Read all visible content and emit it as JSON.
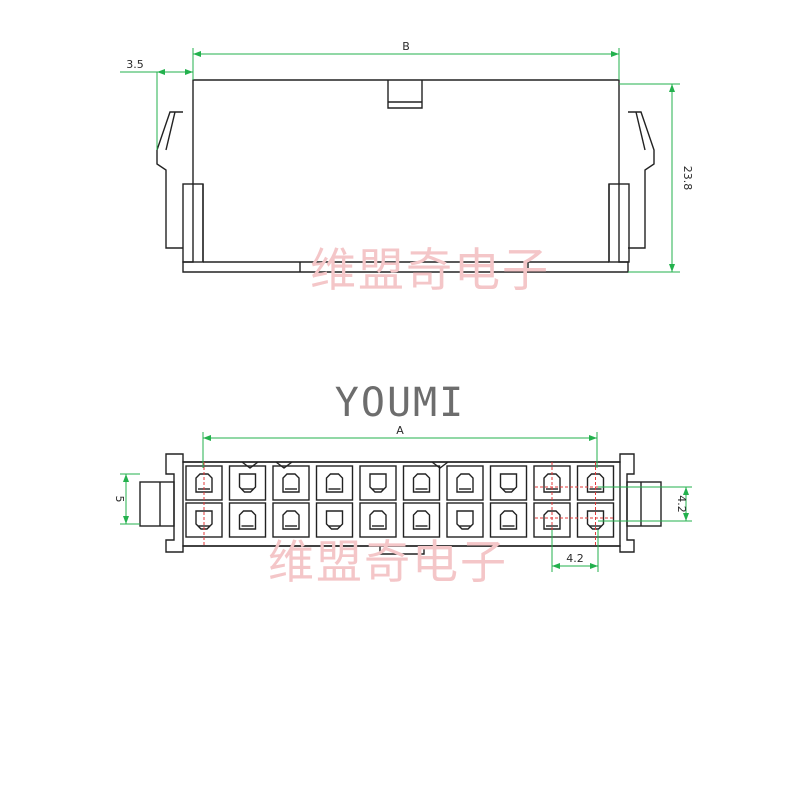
{
  "labels": {
    "dim_b": "B",
    "dim_3_5": "3.5",
    "dim_23_8": "23.8",
    "dim_a": "A",
    "dim_5": "5",
    "dim_4_2_right": "4.2",
    "dim_4_2_bottom": "4.2"
  },
  "brand": "YOUMI",
  "watermark": "维盟奇电子",
  "pins": {
    "rows": 2,
    "columns": 10
  },
  "colors": {
    "dimension": "#23b14d",
    "outline": "#222222",
    "centerline": "#e23a3a",
    "watermark": "#f4c6c8"
  }
}
